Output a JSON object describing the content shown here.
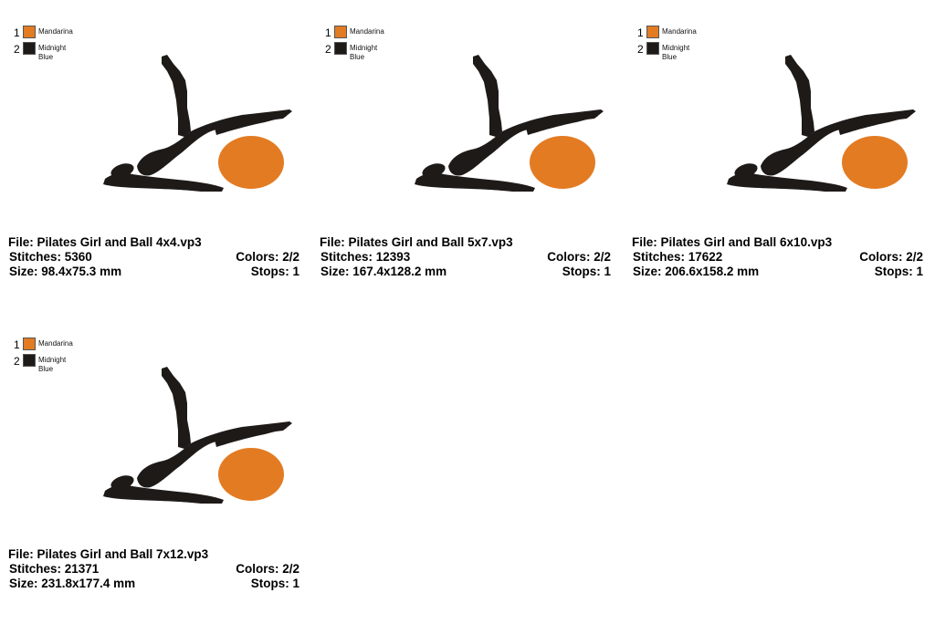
{
  "thread_colors": [
    {
      "number": "1",
      "name": "Mandarina",
      "hex": "#e37b22"
    },
    {
      "number": "2",
      "name": "Midnight Blue",
      "hex": "#1e1a18"
    }
  ],
  "designs": [
    {
      "file": "File: Pilates Girl and Ball 4x4.vp3",
      "stitches": "Stitches: 5360",
      "colors": "Colors: 2/2",
      "size": "Size: 98.4x75.3 mm",
      "stops": "Stops: 1"
    },
    {
      "file": "File: Pilates Girl and Ball 5x7.vp3",
      "stitches": "Stitches: 12393",
      "colors": "Colors: 2/2",
      "size": "Size: 167.4x128.2 mm",
      "stops": "Stops: 1"
    },
    {
      "file": "File: Pilates Girl and Ball 6x10.vp3",
      "stitches": "Stitches: 17622",
      "colors": "Colors: 2/2",
      "size": "Size: 206.6x158.2 mm",
      "stops": "Stops: 1"
    },
    {
      "file": "File: Pilates Girl and Ball 7x12.vp3",
      "stitches": "Stitches: 21371",
      "colors": "Colors: 2/2",
      "size": "Size: 231.8x177.4 mm",
      "stops": "Stops: 1"
    }
  ]
}
